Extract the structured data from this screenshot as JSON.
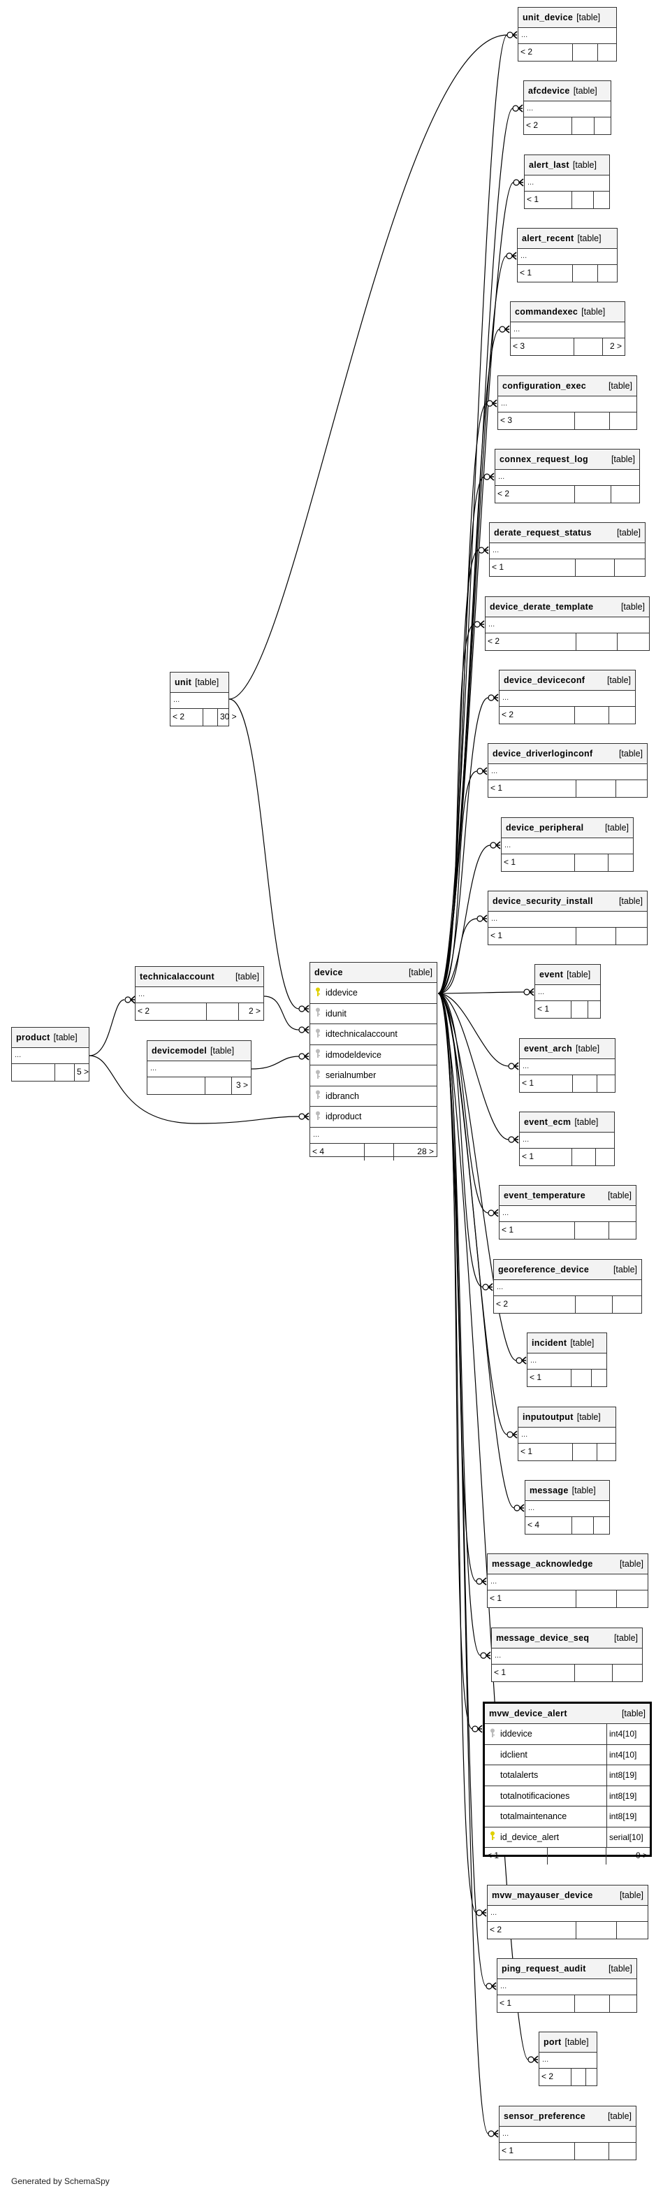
{
  "diagram": {
    "title": "device relationships",
    "generated_by": "Generated by SchemaSpy",
    "tag_label": "[table]",
    "ellipsis": "...",
    "focus_table": {
      "name": "device",
      "columns": [
        {
          "name": "iddevice",
          "key": "pk"
        },
        {
          "name": "idunit",
          "key": "fk"
        },
        {
          "name": "idtechnicalaccount",
          "key": "fk"
        },
        {
          "name": "idmodeldevice",
          "key": "fk"
        },
        {
          "name": "serialnumber",
          "key": "fk"
        },
        {
          "name": "idbranch",
          "key": "fk"
        },
        {
          "name": "idproduct",
          "key": "fk"
        }
      ],
      "parents_label": "< 4",
      "children_label": "28 >"
    },
    "detail_table": {
      "name": "mvw_device_alert",
      "columns": [
        {
          "name": "iddevice",
          "type": "int4[10]",
          "key": "fk"
        },
        {
          "name": "idclient",
          "type": "int4[10]",
          "key": ""
        },
        {
          "name": "totalalerts",
          "type": "int8[19]",
          "key": ""
        },
        {
          "name": "totalnotificaciones",
          "type": "int8[19]",
          "key": ""
        },
        {
          "name": "totalmaintenance",
          "type": "int8[19]",
          "key": ""
        },
        {
          "name": "id_device_alert",
          "type": "serial[10]",
          "key": "pk"
        }
      ],
      "parents_label": "< 1",
      "children_label": "0 >"
    },
    "parent_tables": [
      {
        "name": "unit",
        "parents_label": "< 2",
        "children_label": "30 >"
      },
      {
        "name": "technicalaccount",
        "parents_label": "< 2",
        "children_label": "2 >"
      },
      {
        "name": "product",
        "parents_label": "",
        "children_label": "5 >"
      },
      {
        "name": "devicemodel",
        "parents_label": "",
        "children_label": "3 >"
      }
    ],
    "child_tables": [
      {
        "name": "unit_device",
        "parents_label": "< 2",
        "children_label": ""
      },
      {
        "name": "afcdevice",
        "parents_label": "< 2",
        "children_label": ""
      },
      {
        "name": "alert_last",
        "parents_label": "< 1",
        "children_label": ""
      },
      {
        "name": "alert_recent",
        "parents_label": "< 1",
        "children_label": ""
      },
      {
        "name": "commandexec",
        "parents_label": "< 3",
        "children_label": "2 >"
      },
      {
        "name": "configuration_exec",
        "parents_label": "< 3",
        "children_label": ""
      },
      {
        "name": "connex_request_log",
        "parents_label": "< 2",
        "children_label": ""
      },
      {
        "name": "derate_request_status",
        "parents_label": "< 1",
        "children_label": ""
      },
      {
        "name": "device_derate_template",
        "parents_label": "< 2",
        "children_label": ""
      },
      {
        "name": "device_deviceconf",
        "parents_label": "< 2",
        "children_label": ""
      },
      {
        "name": "device_driverloginconf",
        "parents_label": "< 1",
        "children_label": ""
      },
      {
        "name": "device_peripheral",
        "parents_label": "< 1",
        "children_label": ""
      },
      {
        "name": "device_security_install",
        "parents_label": "< 1",
        "children_label": ""
      },
      {
        "name": "event",
        "parents_label": "< 1",
        "children_label": ""
      },
      {
        "name": "event_arch",
        "parents_label": "< 1",
        "children_label": ""
      },
      {
        "name": "event_ecm",
        "parents_label": "< 1",
        "children_label": ""
      },
      {
        "name": "event_temperature",
        "parents_label": "< 1",
        "children_label": ""
      },
      {
        "name": "georeference_device",
        "parents_label": "< 2",
        "children_label": ""
      },
      {
        "name": "incident",
        "parents_label": "< 1",
        "children_label": ""
      },
      {
        "name": "inputoutput",
        "parents_label": "< 1",
        "children_label": ""
      },
      {
        "name": "message",
        "parents_label": "< 4",
        "children_label": ""
      },
      {
        "name": "message_acknowledge",
        "parents_label": "< 1",
        "children_label": ""
      },
      {
        "name": "message_device_seq",
        "parents_label": "< 1",
        "children_label": ""
      },
      {
        "name": "mvw_mayauser_device",
        "parents_label": "< 2",
        "children_label": ""
      },
      {
        "name": "ping_request_audit",
        "parents_label": "< 1",
        "children_label": ""
      },
      {
        "name": "port",
        "parents_label": "< 2",
        "children_label": ""
      },
      {
        "name": "sensor_preference",
        "parents_label": "< 1",
        "children_label": ""
      }
    ]
  }
}
